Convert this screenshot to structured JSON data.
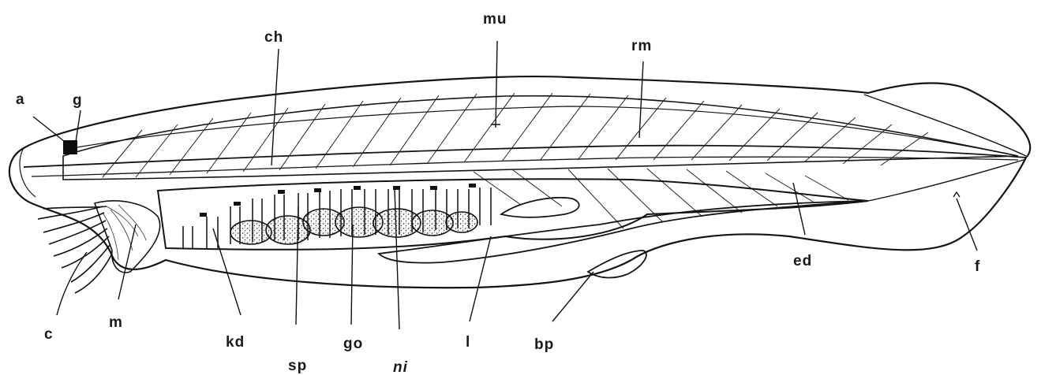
{
  "figure": {
    "labels": {
      "a": "a",
      "g": "g",
      "ch": "ch",
      "mu": "mu",
      "rm": "rm",
      "c": "c",
      "m": "m",
      "kd": "kd",
      "sp": "sp",
      "go": "go",
      "ni": "ni",
      "l": "l",
      "bp": "bp",
      "ed": "ed",
      "f": "f"
    },
    "colors": {
      "ink": "#151515",
      "paper": "#ffffff"
    }
  }
}
